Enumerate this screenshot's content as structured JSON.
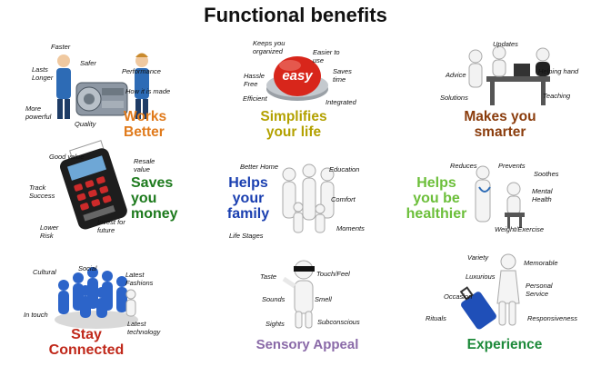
{
  "title": "Functional benefits",
  "colors": {
    "orange": "#e07a1b",
    "olive": "#b3a100",
    "brown": "#8a3c0c",
    "green": "#1d7a1d",
    "blue": "#1a3fb0",
    "lightgreen": "#6cbf3a",
    "red": "#c0281a",
    "purple": "#8a6aa8",
    "green2": "#1d8a3a"
  },
  "cells": [
    {
      "heading": "Works\nBetter",
      "icon": "engineers-engine-icon",
      "labels": [
        "Faster",
        "Safer",
        "Lasts\nLonger",
        "Performance",
        "How it is made",
        "More\npowerful",
        "Quality"
      ]
    },
    {
      "heading": "Simplifies\nyour life",
      "icon": "easy-button-icon",
      "button_text": "easy",
      "labels": [
        "Keeps you\norganized",
        "Easier to\nuse",
        "Hassle\nFree",
        "Saves\ntime",
        "Efficient",
        "Integrated"
      ]
    },
    {
      "heading": "Makes you\nsmarter",
      "icon": "desk-meeting-icon",
      "labels": [
        "Updates",
        "Advice",
        "Helping hand",
        "Solutions",
        "Teaching"
      ]
    },
    {
      "heading": "Saves\nyou\nmoney",
      "icon": "card-terminal-icon",
      "labels": [
        "Good value",
        "Resale\nvalue",
        "Track\nSuccess",
        "Lower\nRisk",
        "Invest for\nfuture"
      ]
    },
    {
      "heading": "Helps\nyour\nfamily",
      "icon": "family-group-icon",
      "labels": [
        "Better Home",
        "Education",
        "Comfort",
        "Moments",
        "Life Stages"
      ]
    },
    {
      "heading": "Helps\nyou be\nhealthier",
      "icon": "doctor-patient-icon",
      "labels": [
        "Reduces",
        "Prevents",
        "Soothes",
        "Mental\nHealth",
        "Weight/Exercise"
      ]
    },
    {
      "heading": "Stay\nConnected",
      "icon": "connected-crowd-icon",
      "labels": [
        "Cultural",
        "Social",
        "Latest\nFashions",
        "In touch",
        "Latest\ntechnology"
      ]
    },
    {
      "heading": "Sensory Appeal",
      "icon": "blindfolded-figure-icon",
      "labels": [
        "Taste",
        "Touch/Feel",
        "Sounds",
        "Smell",
        "Sights",
        "Subconscious"
      ]
    },
    {
      "heading": "Experience",
      "icon": "traveler-suitcase-icon",
      "labels": [
        "Variety",
        "Memorable",
        "Luxurious",
        "Personal\nService",
        "Occasion",
        "Rituals",
        "Responsiveness"
      ]
    }
  ]
}
